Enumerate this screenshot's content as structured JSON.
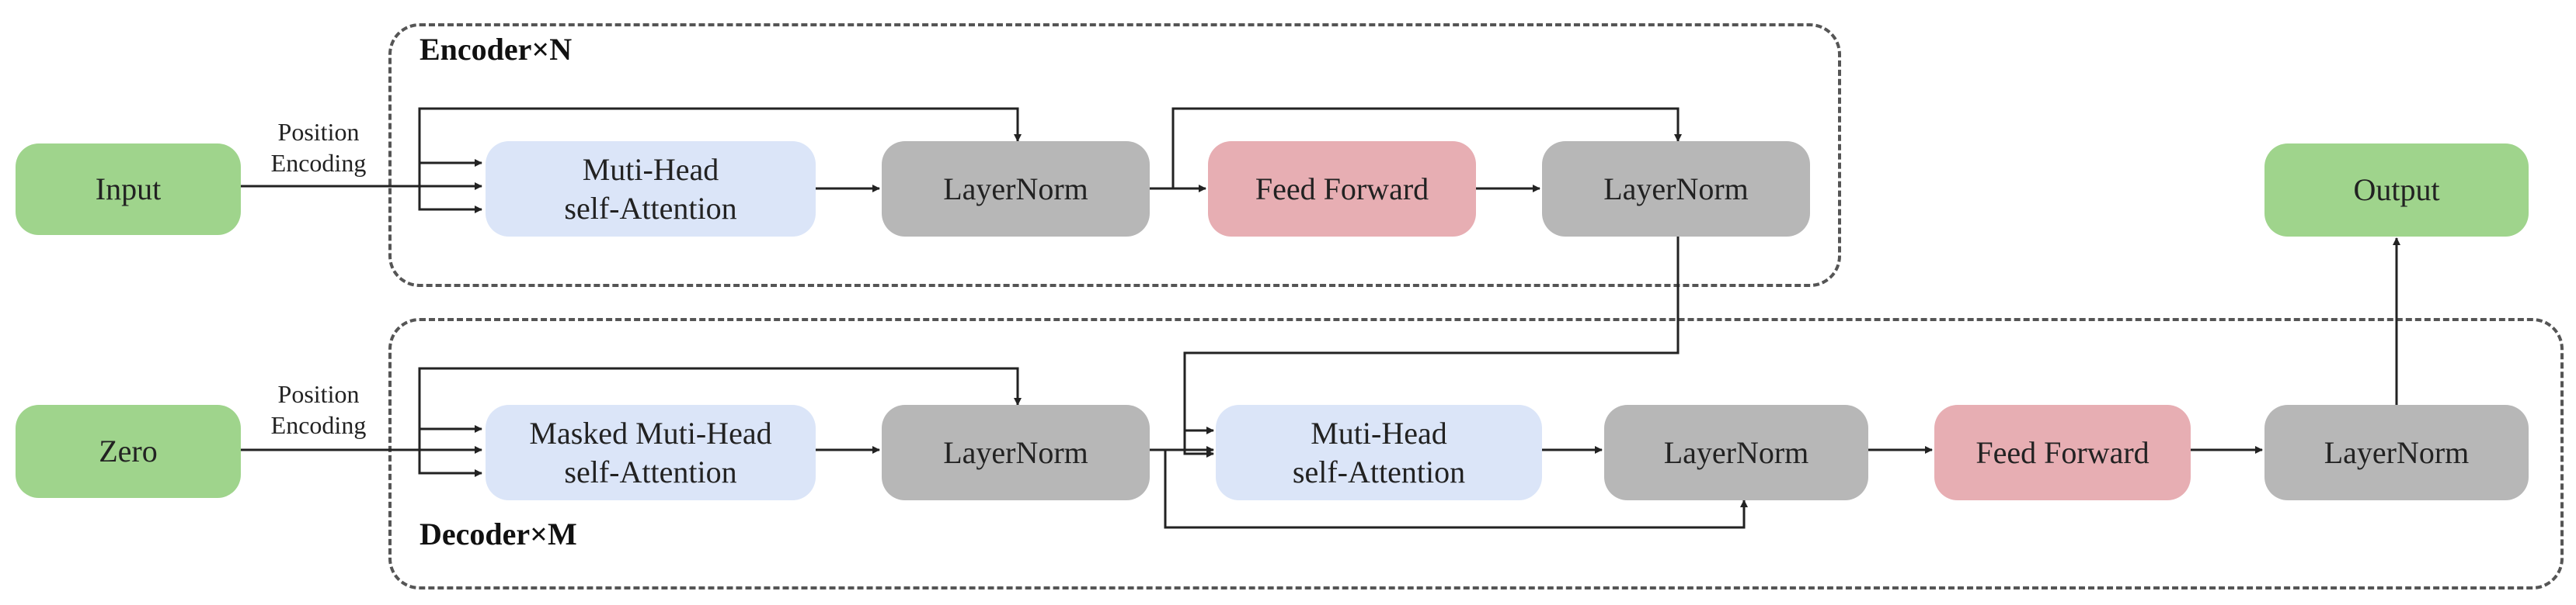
{
  "colors": {
    "io": "#9fd48c",
    "attn": "#dbe5f8",
    "norm": "#b7b7b7",
    "ff": "#e7aeb3",
    "line": "#222222"
  },
  "encoder": {
    "label": "Encoder×N",
    "input": "Input",
    "pos_enc": "Position\nEncoding",
    "attention": "Muti-Head\nself-Attention",
    "norm1": "LayerNorm",
    "feed_forward": "Feed Forward",
    "norm2": "LayerNorm"
  },
  "decoder": {
    "label": "Decoder×M",
    "input": "Zero",
    "pos_enc": "Position\nEncoding",
    "masked_attention": "Masked Muti-Head\nself-Attention",
    "norm1": "LayerNorm",
    "cross_attention": "Muti-Head\nself-Attention",
    "norm2": "LayerNorm",
    "feed_forward": "Feed Forward",
    "norm3": "LayerNorm"
  },
  "output": "Output"
}
